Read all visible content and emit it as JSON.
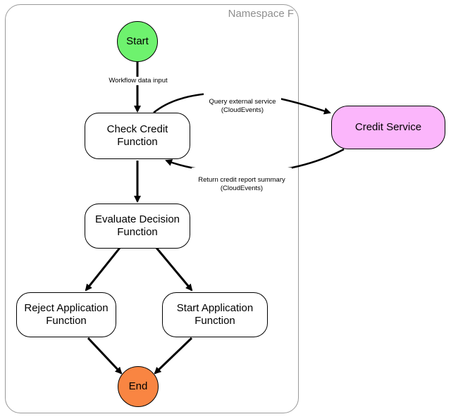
{
  "namespace": {
    "label": "Namespace F"
  },
  "nodes": {
    "start": "Start",
    "check_credit": "Check Credit\nFunction",
    "credit_service": "Credit Service",
    "evaluate_decision": "Evaluate Decision\nFunction",
    "reject_application": "Reject Application\nFunction",
    "start_application": "Start Application\nFunction",
    "end": "End"
  },
  "edge_labels": {
    "workflow_input": "Workflow data input",
    "query_external": "Query external service\n(CloudEvents)",
    "return_report": "Return credit report summary\n(CloudEvents)"
  },
  "colors": {
    "start_fill": "#6ef26e",
    "end_fill": "#f98542",
    "credit_service_fill": "#fbb6fb",
    "namespace_border": "#9a9a9a"
  }
}
